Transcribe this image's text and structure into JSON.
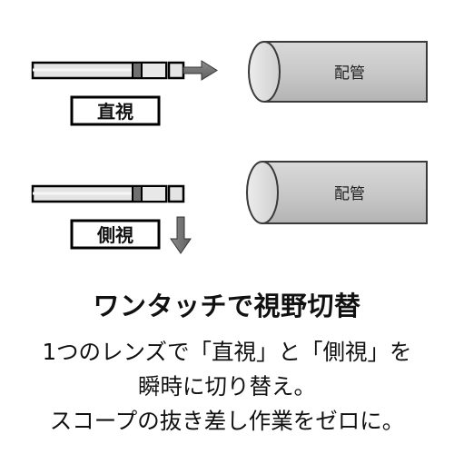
{
  "direct_view": {
    "label": "直視",
    "pipe_label": "配管"
  },
  "side_view": {
    "label": "側視",
    "pipe_label": "配管"
  },
  "headline": "ワンタッチで視野切替",
  "description": [
    "1つのレンズで「直視」と「側視」を",
    "瞬時に切り替え。",
    "スコープの抜き差し作業をゼロに。"
  ],
  "colors": {
    "outline": "#000000",
    "scope_body": "#e4e4e4",
    "scope_tip": "#707070",
    "pipe_fill": "#cdcdcd",
    "arrow": "#6e6e6e",
    "text": "#111111"
  }
}
